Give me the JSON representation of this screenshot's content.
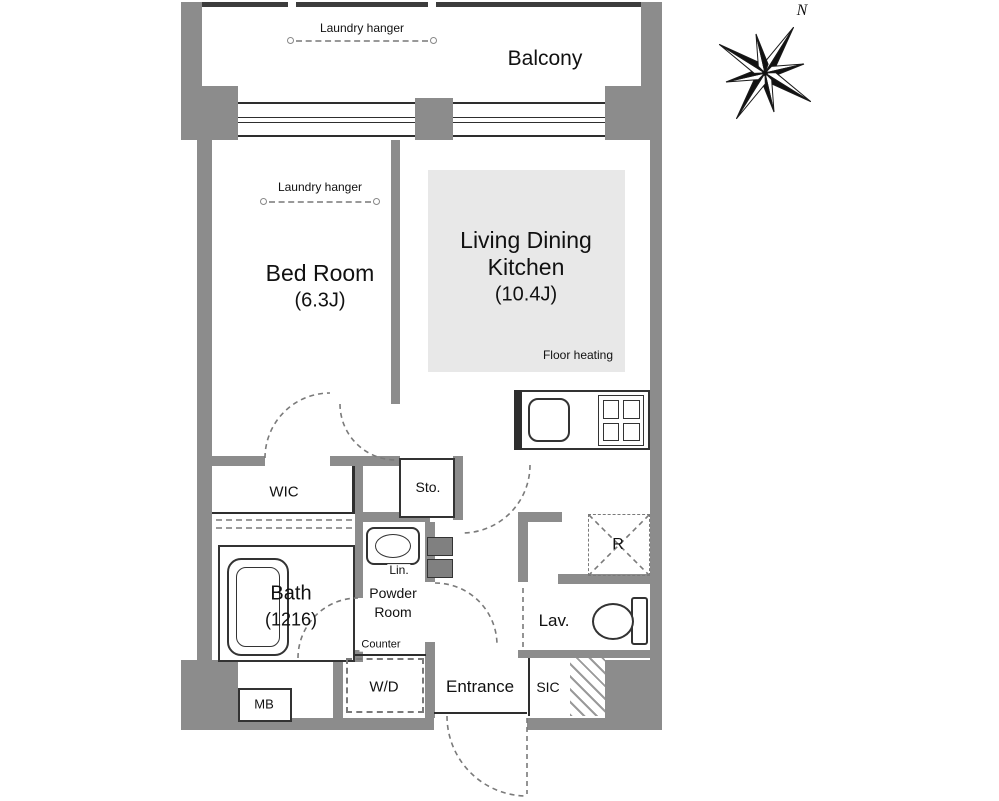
{
  "colors": {
    "background": "#ffffff",
    "wall": "#8c8c8c",
    "balcony_rail": "#3c3c3c",
    "line": "#2e2e2e",
    "door_arc_dash": "#7a7a7a",
    "floor_heating_fill": "#e8e8e8"
  },
  "compass": {
    "north_label": "N"
  },
  "balcony": {
    "label": "Balcony",
    "laundry_hanger_label": "Laundry hanger"
  },
  "bedroom": {
    "name": "Bed Room",
    "size": "(6.3J)",
    "laundry_hanger_label": "Laundry hanger"
  },
  "ldk": {
    "name_line1": "Living Dining",
    "name_line2": "Kitchen",
    "size": "(10.4J)",
    "floor_heating_label": "Floor heating"
  },
  "bath": {
    "name": "Bath",
    "size": "(1216)"
  },
  "powder": {
    "name_line1": "Powder",
    "name_line2": "Room",
    "counter_label": "Counter",
    "wd_label": "W/D"
  },
  "entrance": {
    "label": "Entrance"
  },
  "lavatory": {
    "label": "Lav."
  },
  "storage": {
    "wic": "WIC",
    "sto": "Sto.",
    "lin": "Lin.",
    "sic": "SIC",
    "r": "R",
    "mb": "MB"
  }
}
